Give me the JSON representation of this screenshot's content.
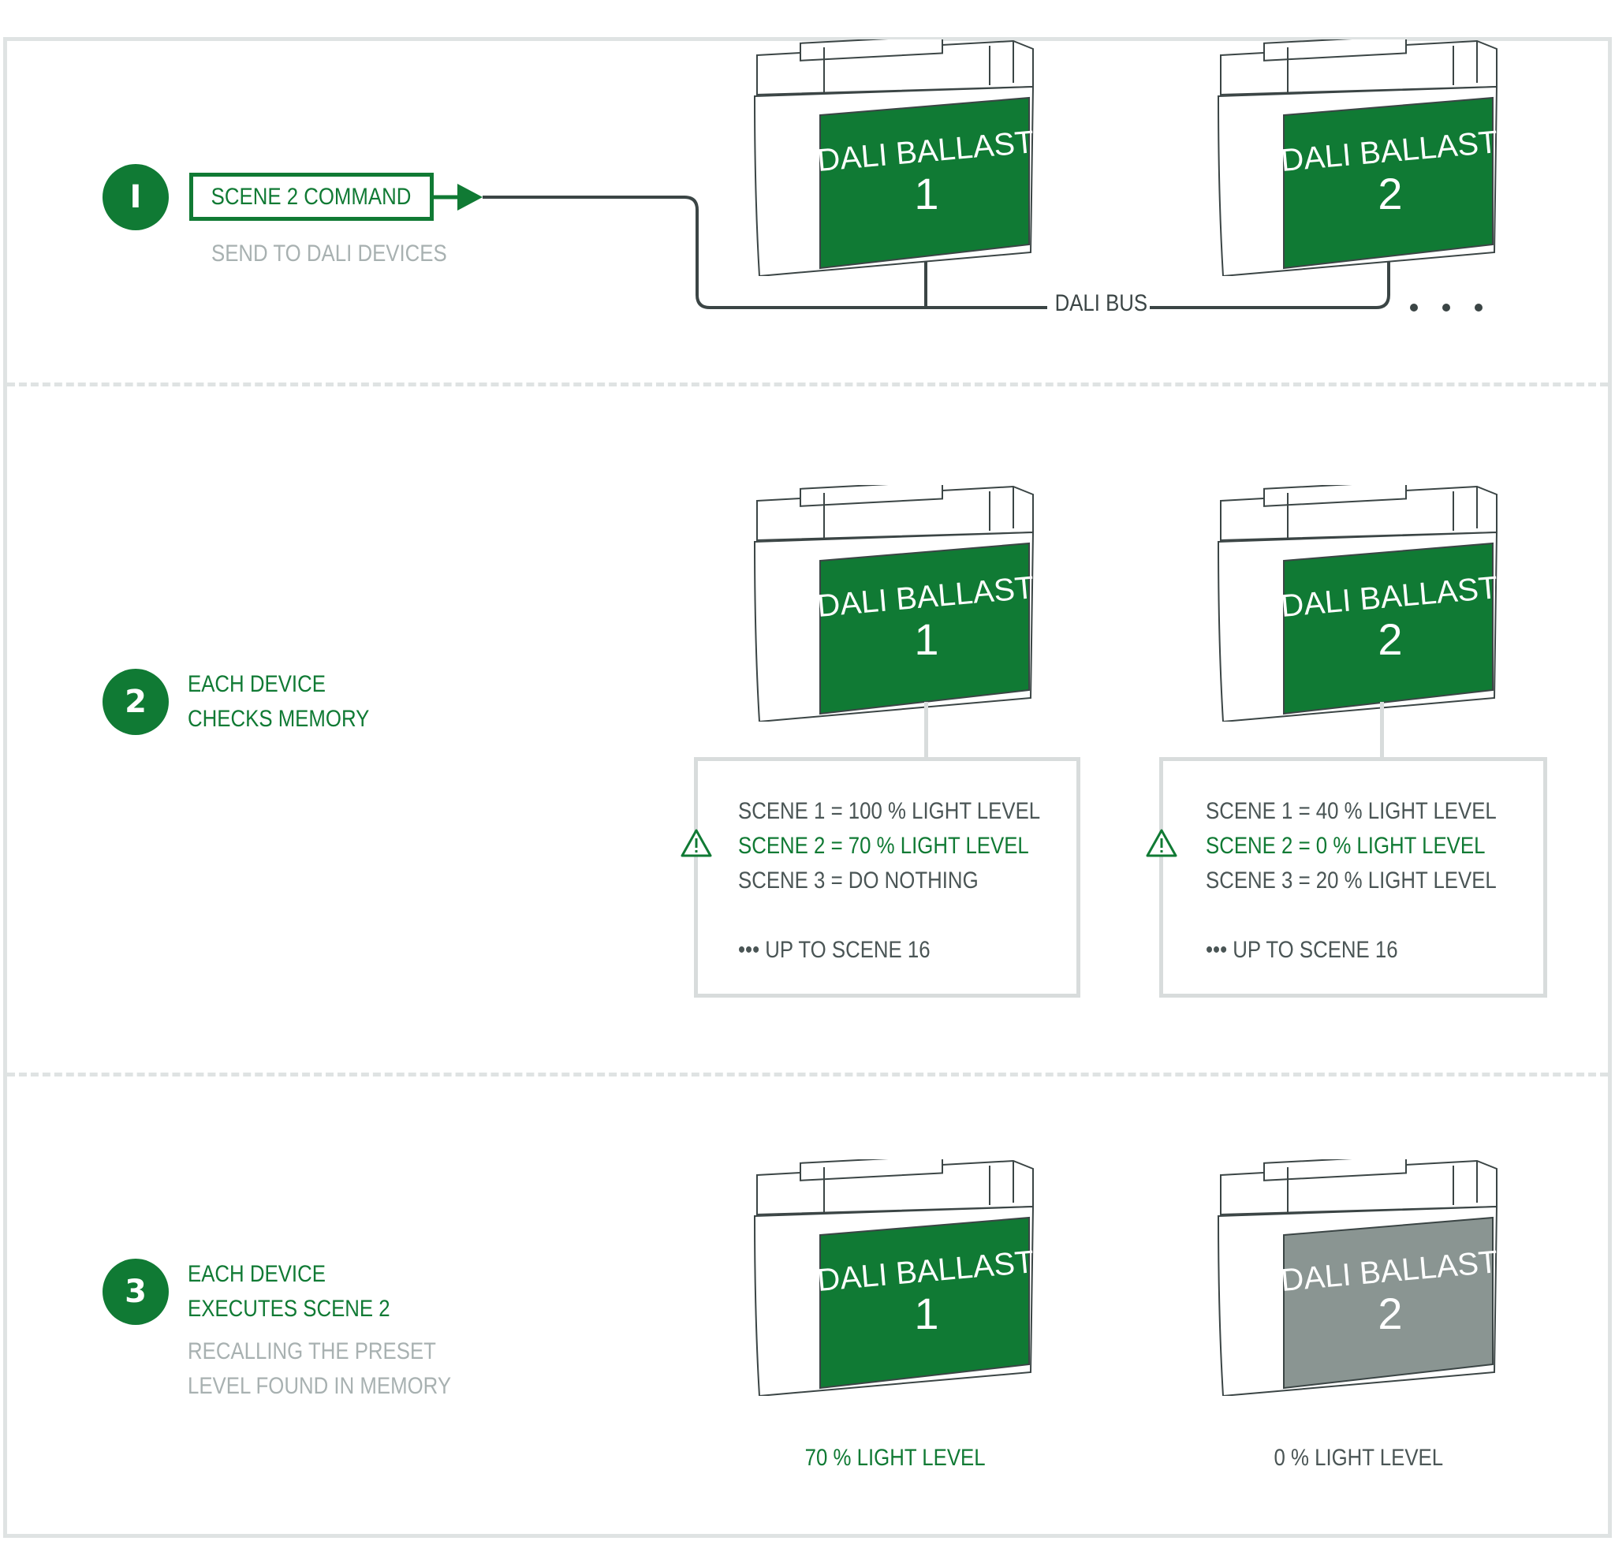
{
  "colors": {
    "accent": "#107a34",
    "panel_green": "#107a34",
    "panel_gray": "#8a9592",
    "border": "#dfe3e3",
    "muted_text": "#a8b1b1",
    "body_text": "#4a5555"
  },
  "step1": {
    "number": "I",
    "command_label": "SCENE 2 COMMAND",
    "subtitle": "SEND TO DALI DEVICES",
    "bus_label": "DALI BUS",
    "continuation": "• • •"
  },
  "step2": {
    "number": "2",
    "title_line1": "EACH DEVICE",
    "title_line2": "CHECKS MEMORY"
  },
  "step3": {
    "number": "3",
    "title_line1": "EACH DEVICE",
    "title_line2": "EXECUTES SCENE 2",
    "sub_line1": "RECALLING THE PRESET",
    "sub_line2": "LEVEL FOUND IN MEMORY"
  },
  "ballasts": {
    "title": "DALI BALLAST",
    "b1": "1",
    "b2": "2"
  },
  "memory": {
    "b1": {
      "scene1": "SCENE 1 = 100 % LIGHT LEVEL",
      "scene2": "SCENE 2 = 70 % LIGHT LEVEL",
      "scene3": "SCENE 3 = DO NOTHING",
      "more": "••• UP TO SCENE 16"
    },
    "b2": {
      "scene1": "SCENE 1 = 40 % LIGHT LEVEL",
      "scene2": "SCENE 2 = 0 % LIGHT LEVEL",
      "scene3": "SCENE 3 = 20 % LIGHT LEVEL",
      "more": "••• UP TO SCENE 16"
    }
  },
  "results": {
    "b1": "70 % LIGHT LEVEL",
    "b2": "0 % LIGHT LEVEL"
  },
  "icons": [
    "warning-icon",
    "arrow-head-icon",
    "ballast-device-icon"
  ]
}
